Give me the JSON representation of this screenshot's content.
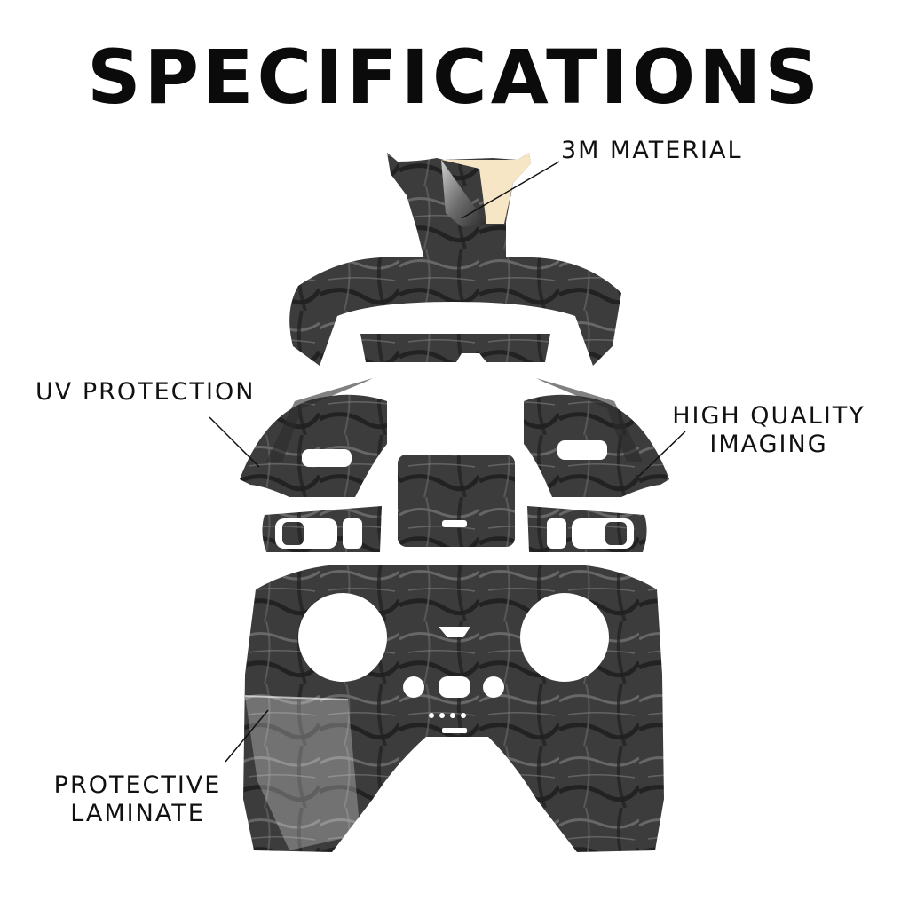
{
  "title": "SPECIFICATIONS",
  "callouts": {
    "material": "3M MATERIAL",
    "uv": "UV PROTECTION",
    "imaging_line1": "HIGH QUALITY",
    "imaging_line2": "IMAGING",
    "laminate_line1": "PROTECTIVE",
    "laminate_line2": "LAMINATE"
  },
  "colors": {
    "skin_base": "#3f3f3f",
    "skin_dark": "#222222",
    "backing": "#f7e6c6",
    "text": "#111111"
  }
}
